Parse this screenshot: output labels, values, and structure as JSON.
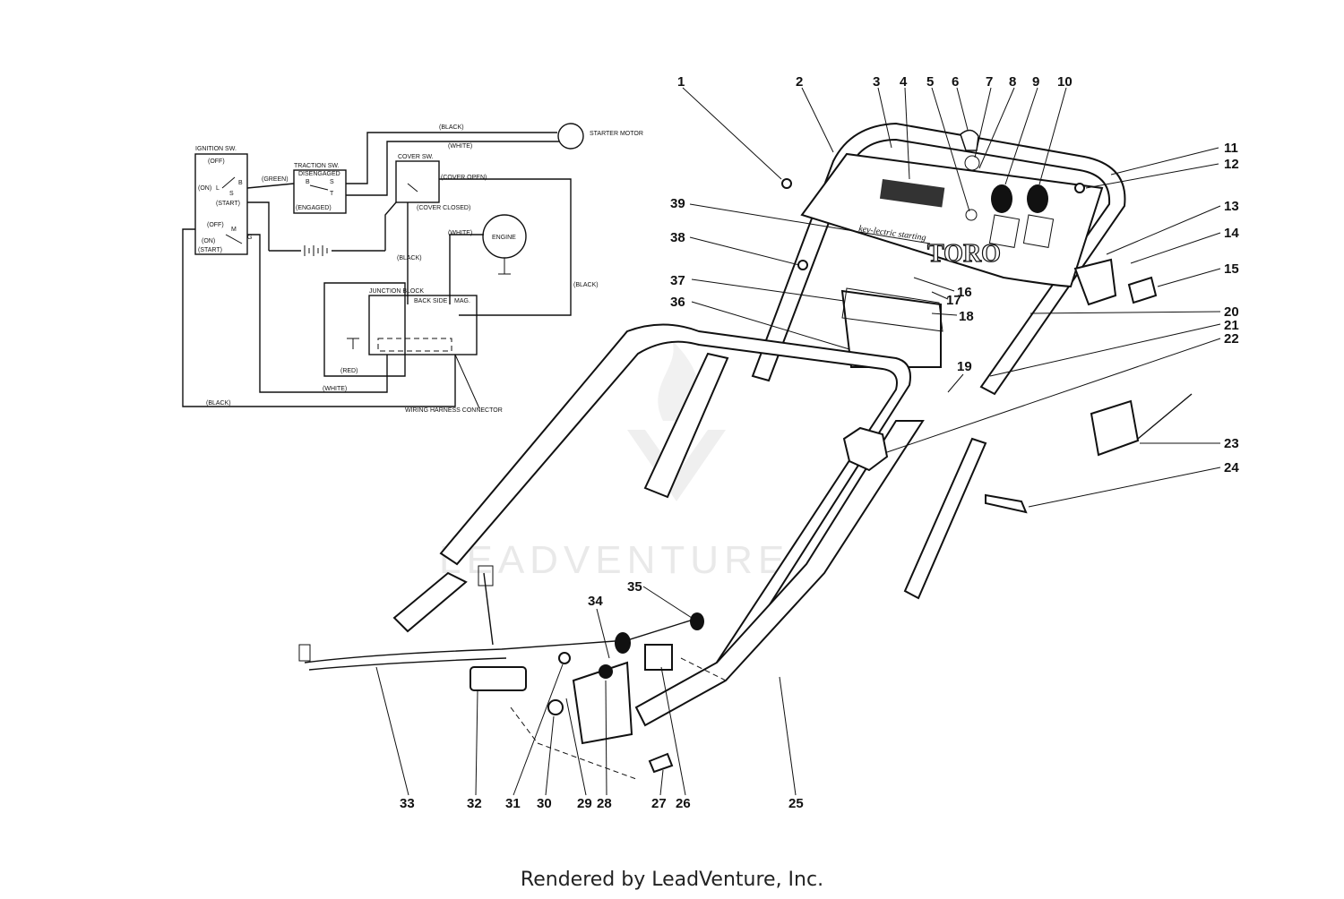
{
  "watermark": "LEADVENTURE",
  "footer": "Rendered by LeadVenture, Inc.",
  "panel": {
    "brand": "TORO",
    "tagline": "key-lectric starting"
  },
  "schematic": {
    "ignition": {
      "title": "IGNITION SW.",
      "off": "(OFF)",
      "on": "(ON)",
      "start": "(START)",
      "off2": "(OFF)",
      "on2": "(ON)",
      "start2": "(START)",
      "l": "L",
      "b": "B",
      "s": "S",
      "m": "M",
      "g": "G"
    },
    "traction": {
      "title": "TRACTION SW.",
      "sub": "DISENGAGED",
      "engaged": "(ENGAGED)",
      "b": "B",
      "s": "S",
      "t": "T"
    },
    "cover": {
      "title": "COVER SW.",
      "open": "(COVER OPEN)",
      "closed": "(COVER CLOSED)"
    },
    "starter": "STARTER MOTOR",
    "engine": "ENGINE",
    "junction": {
      "title": "JUNCTION BLOCK",
      "back": "BACK SIDE",
      "mag": "MAG."
    },
    "harness": "WIRING HARNESS CONNECTOR",
    "wires": {
      "black_top": "(BLACK)",
      "white_top": "(WHITE)",
      "green": "(GREEN)",
      "white_engine": "(WHITE)",
      "black_mid": "(BLACK)",
      "black_right": "(BLACK)",
      "red": "(RED)",
      "white_bottom": "(WHITE)",
      "black_bottom": "(BLACK)"
    }
  },
  "callouts": [
    {
      "n": "1"
    },
    {
      "n": "2"
    },
    {
      "n": "3"
    },
    {
      "n": "4"
    },
    {
      "n": "5"
    },
    {
      "n": "6"
    },
    {
      "n": "7"
    },
    {
      "n": "8"
    },
    {
      "n": "9"
    },
    {
      "n": "10"
    },
    {
      "n": "11"
    },
    {
      "n": "12"
    },
    {
      "n": "13"
    },
    {
      "n": "14"
    },
    {
      "n": "15"
    },
    {
      "n": "16"
    },
    {
      "n": "17"
    },
    {
      "n": "18"
    },
    {
      "n": "19"
    },
    {
      "n": "20"
    },
    {
      "n": "21"
    },
    {
      "n": "22"
    },
    {
      "n": "23"
    },
    {
      "n": "24"
    },
    {
      "n": "25"
    },
    {
      "n": "26"
    },
    {
      "n": "27"
    },
    {
      "n": "28"
    },
    {
      "n": "29"
    },
    {
      "n": "30"
    },
    {
      "n": "31"
    },
    {
      "n": "32"
    },
    {
      "n": "33"
    },
    {
      "n": "34"
    },
    {
      "n": "35"
    },
    {
      "n": "36"
    },
    {
      "n": "37"
    },
    {
      "n": "38"
    },
    {
      "n": "39"
    }
  ]
}
